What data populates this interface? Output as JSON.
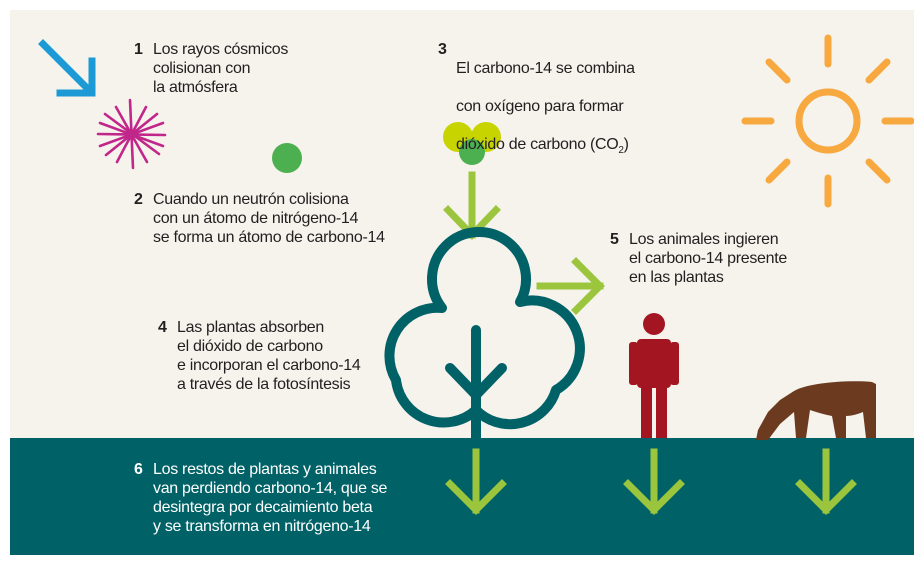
{
  "colors": {
    "background": "#f6f2ec",
    "ground": "#006267",
    "cosmic_ray": "#1b9ad6",
    "star": "#c1268a",
    "neutron": "#4caf50",
    "oxygen": "#c8d400",
    "carbon": "#4caf50",
    "arrow": "#9bc53d",
    "tree": "#006267",
    "sun": "#f7a83e",
    "human": "#a31621",
    "cow": "#6b3a1f",
    "text": "#231f20",
    "text_on_dark": "#ffffff"
  },
  "icons": [
    "cosmic-ray-arrow-icon",
    "collision-star-icon",
    "neutron-dot-icon",
    "co2-molecule-icon",
    "sun-icon",
    "tree-icon",
    "human-icon",
    "cow-icon",
    "down-arrow-icon",
    "right-arrow-icon"
  ],
  "steps": [
    {
      "number": "1",
      "text": "Los rayos cósmicos\ncolisionan con\nla atmósfera"
    },
    {
      "number": "2",
      "text": "Cuando un neutrón colisiona\ncon un átomo de nitrógeno-14\nse forma un átomo de carbono-14"
    },
    {
      "number": "3",
      "text_line1": "El carbono-14 se combina",
      "text_line2": "con oxígeno para formar",
      "text_line3_main": "dióxido de carbono (CO",
      "text_line3_sub": "2",
      "text_line3_end": ")"
    },
    {
      "number": "4",
      "text": "Las plantas absorben\nel dióxido de carbono\ne incorporan el carbono-14\na través de la fotosíntesis"
    },
    {
      "number": "5",
      "text": "Los animales ingieren\nel carbono-14 presente\nen las plantas"
    },
    {
      "number": "6",
      "text": "Los restos de plantas y animales\nvan perdiendo carbono-14, que se\ndesintegra por decaimiento beta\ny se transforma en nitrógeno-14"
    }
  ]
}
